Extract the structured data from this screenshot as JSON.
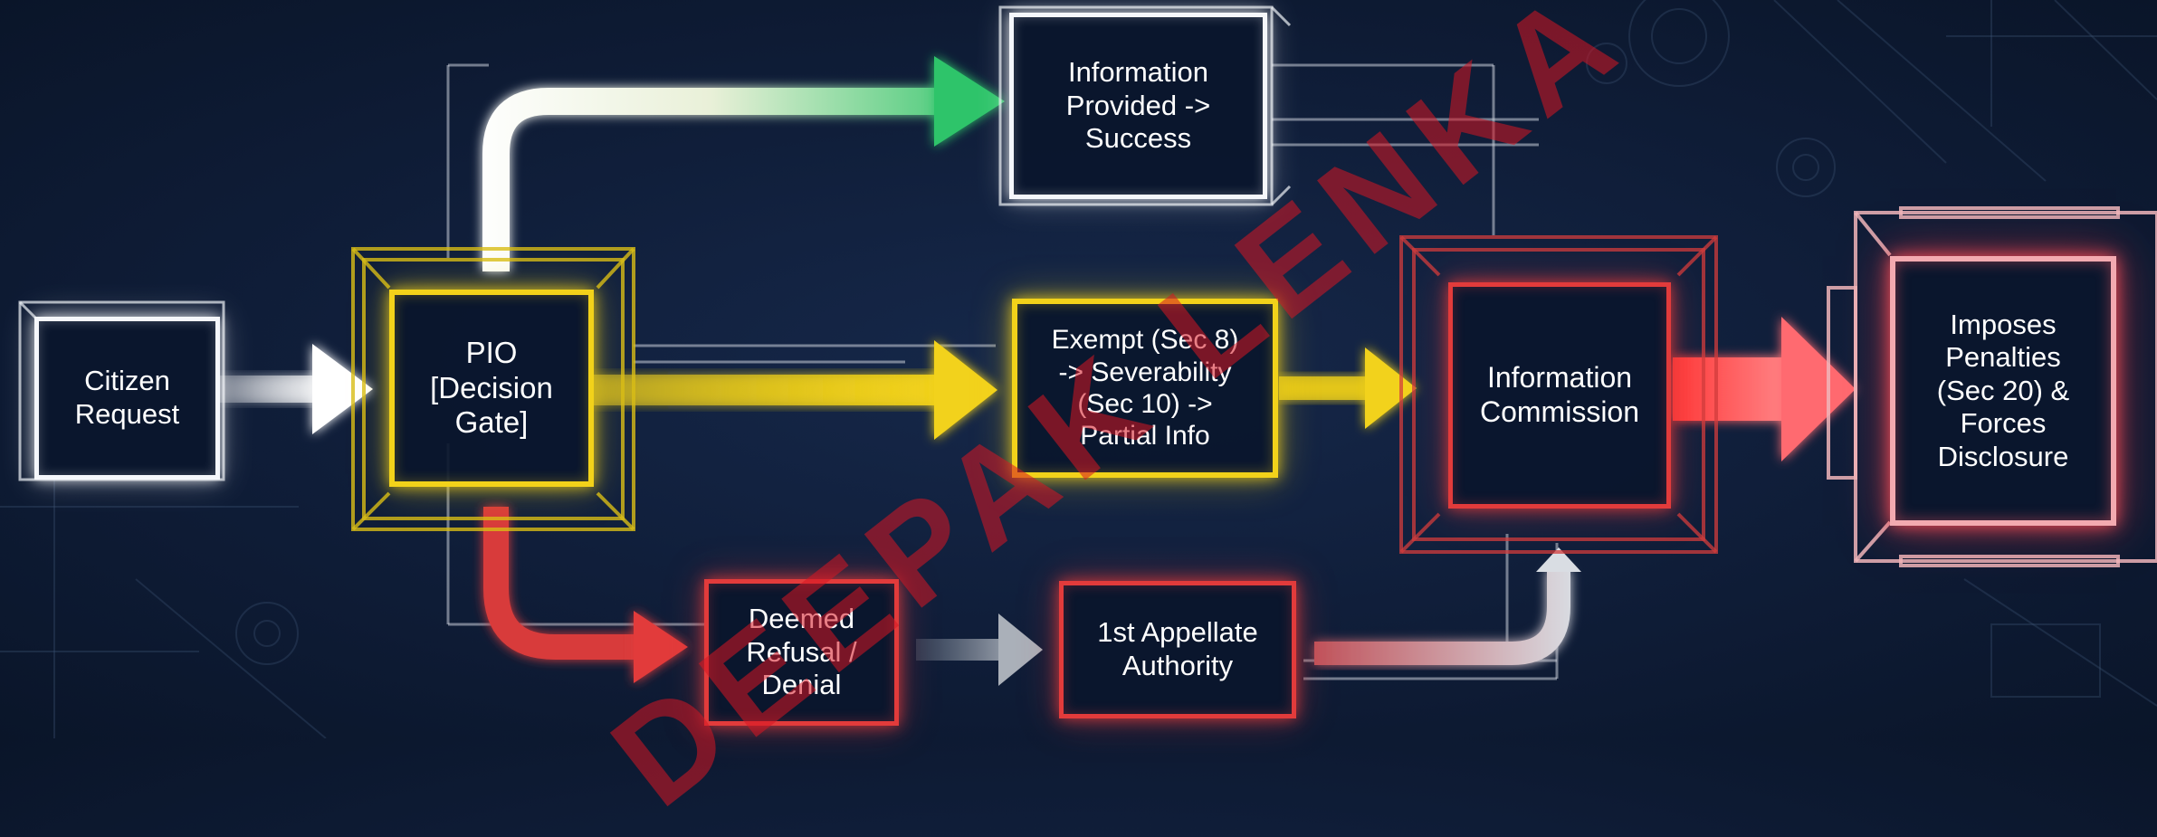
{
  "nodes": {
    "citizen_request": [
      "Citizen",
      "Request"
    ],
    "pio": [
      "PIO",
      "[Decision",
      "Gate]"
    ],
    "information_provided": [
      "Information",
      "Provided ->",
      "Success"
    ],
    "exempt": [
      "Exempt (Sec 8)",
      "-> Severability",
      "(Sec 10) ->",
      "Partial Info"
    ],
    "information_commission": [
      "Information",
      "Commission"
    ],
    "penalties": [
      "Imposes",
      "Penalties",
      "(Sec 20) &",
      "Forces",
      "Disclosure"
    ],
    "deemed_refusal": [
      "Deemed",
      "Refusal /",
      "Denial"
    ],
    "first_appellate": [
      "1st Appellate",
      "Authority"
    ]
  },
  "watermark": "DEEPAK LENKA",
  "colors": {
    "background": "#0f1d38",
    "white": "#f5f7fb",
    "yellow": "#f2d21a",
    "red": "#e23b3b",
    "green": "#2fc46a",
    "gray": "#8e96a3",
    "watermark": "#d71622"
  }
}
